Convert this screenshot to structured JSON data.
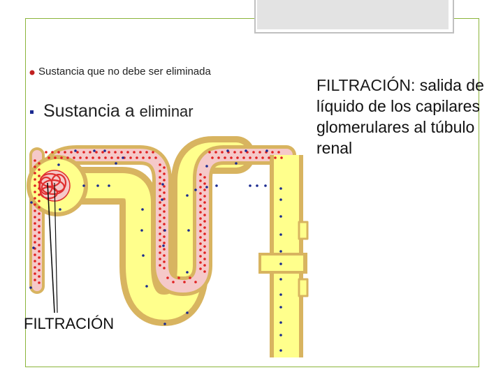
{
  "legend": {
    "non_eliminated": "Sustancia que no debe ser eliminada",
    "eliminated_part1": "Sustancia a ",
    "eliminated_part2": "eliminar"
  },
  "diagram_label": "FILTRACIÓN",
  "definition": {
    "term": "FILTRACIÓN",
    "text": ": salida de líquido de los capilares glomerulares al túbulo renal"
  },
  "colors": {
    "frame_border": "#8ab43a",
    "tubule_fill": "#ffff8c",
    "tubule_wall": "#d8b460",
    "capillary": "#e03030",
    "non_eliminated_dot": "#e02020",
    "eliminated_dot": "#1a2a90"
  }
}
